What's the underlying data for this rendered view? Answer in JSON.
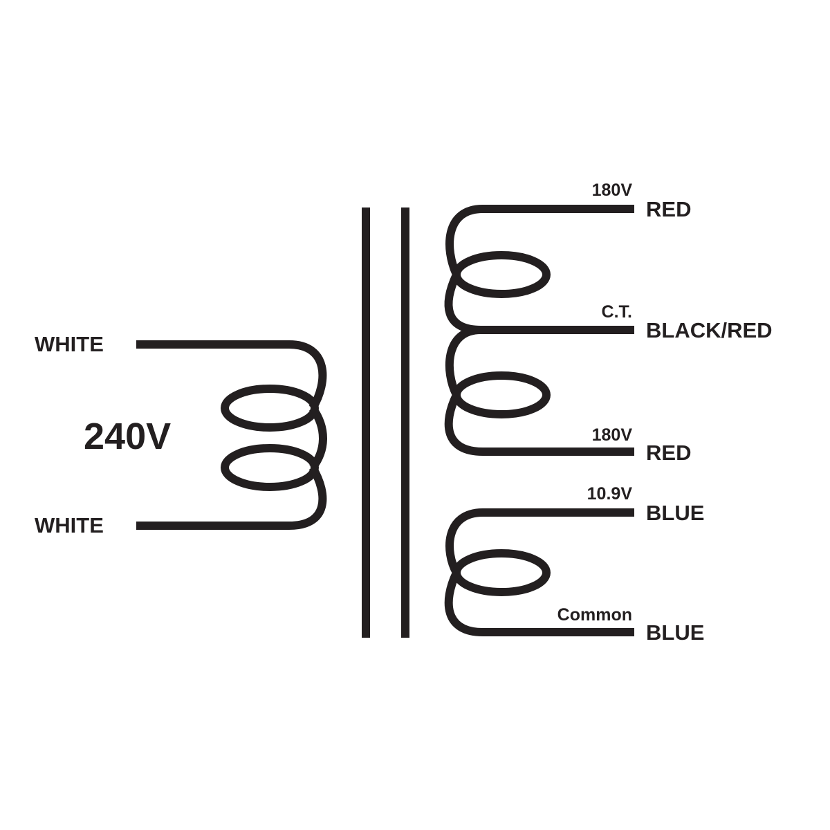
{
  "diagram": {
    "line_color": "#231f20",
    "background": "#ffffff",
    "primary": {
      "voltage": "240V",
      "top_lead": "WHITE",
      "bottom_lead": "WHITE"
    },
    "secondary_hv": {
      "top_voltage": "180V",
      "top_lead": "RED",
      "center_tap_label": "C.T.",
      "center_tap_lead": "BLACK/RED",
      "bottom_voltage": "180V",
      "bottom_lead": "RED"
    },
    "secondary_lv": {
      "top_voltage": "10.9V",
      "top_lead": "BLUE",
      "common_label": "Common",
      "common_lead": "BLUE"
    }
  }
}
